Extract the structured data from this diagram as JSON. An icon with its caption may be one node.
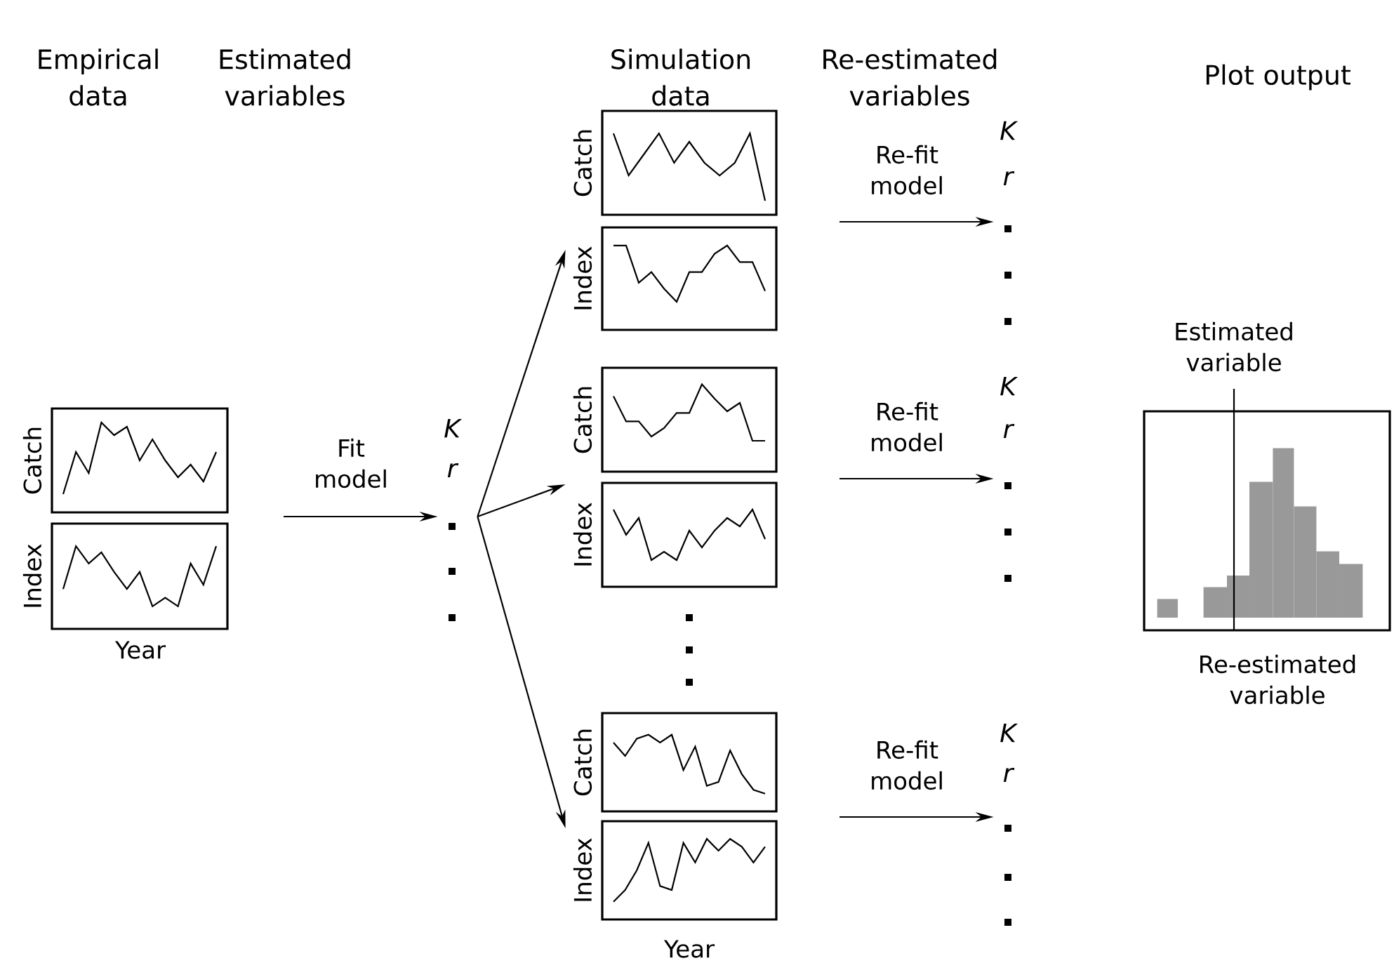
{
  "diagram": {
    "nodes": [
      {
        "text": [
          "Catch"
        ]
      },
      {
        "text": [
          "Index"
        ]
      },
      {
        "text": [
          "K",
          "r"
        ]
      },
      {
        "text": [
          "Catch"
        ]
      },
      {
        "text": [
          "Index"
        ]
      },
      {
        "text": [
          "Catch"
        ]
      },
      {
        "text": [
          "Index"
        ]
      },
      {
        "text": [
          "Catch"
        ]
      },
      {
        "text": [
          "Index"
        ]
      },
      {
        "text": [
          "K",
          "r"
        ]
      },
      {
        "text": [
          "K",
          "r"
        ]
      },
      {
        "text": [
          "K",
          "r"
        ]
      },
      {
        "text": [
          "Estimated variable",
          "Re-estimated variable"
        ]
      }
    ],
    "edges": [
      {
        "from": null,
        "to": 2,
        "arrow": "to",
        "label": "Fit model"
      },
      {
        "from": 2,
        "to": 4,
        "arrow": "to"
      },
      {
        "from": 2,
        "to": 6,
        "arrow": "to"
      },
      {
        "from": 2,
        "to": 8,
        "arrow": "to"
      },
      {
        "from": null,
        "to": 9,
        "arrow": "to",
        "label": "Re-fit model"
      },
      {
        "from": null,
        "to": 10,
        "arrow": "to",
        "label": "Re-fit model"
      },
      {
        "from": null,
        "to": 11,
        "arrow": "to",
        "label": "Re-fit model"
      }
    ],
    "labels": [
      "Empirical data",
      "Estimated variables",
      "Simulation data",
      "Re-estimated variables",
      "Plot output",
      "Year",
      "Year"
    ]
  }
}
